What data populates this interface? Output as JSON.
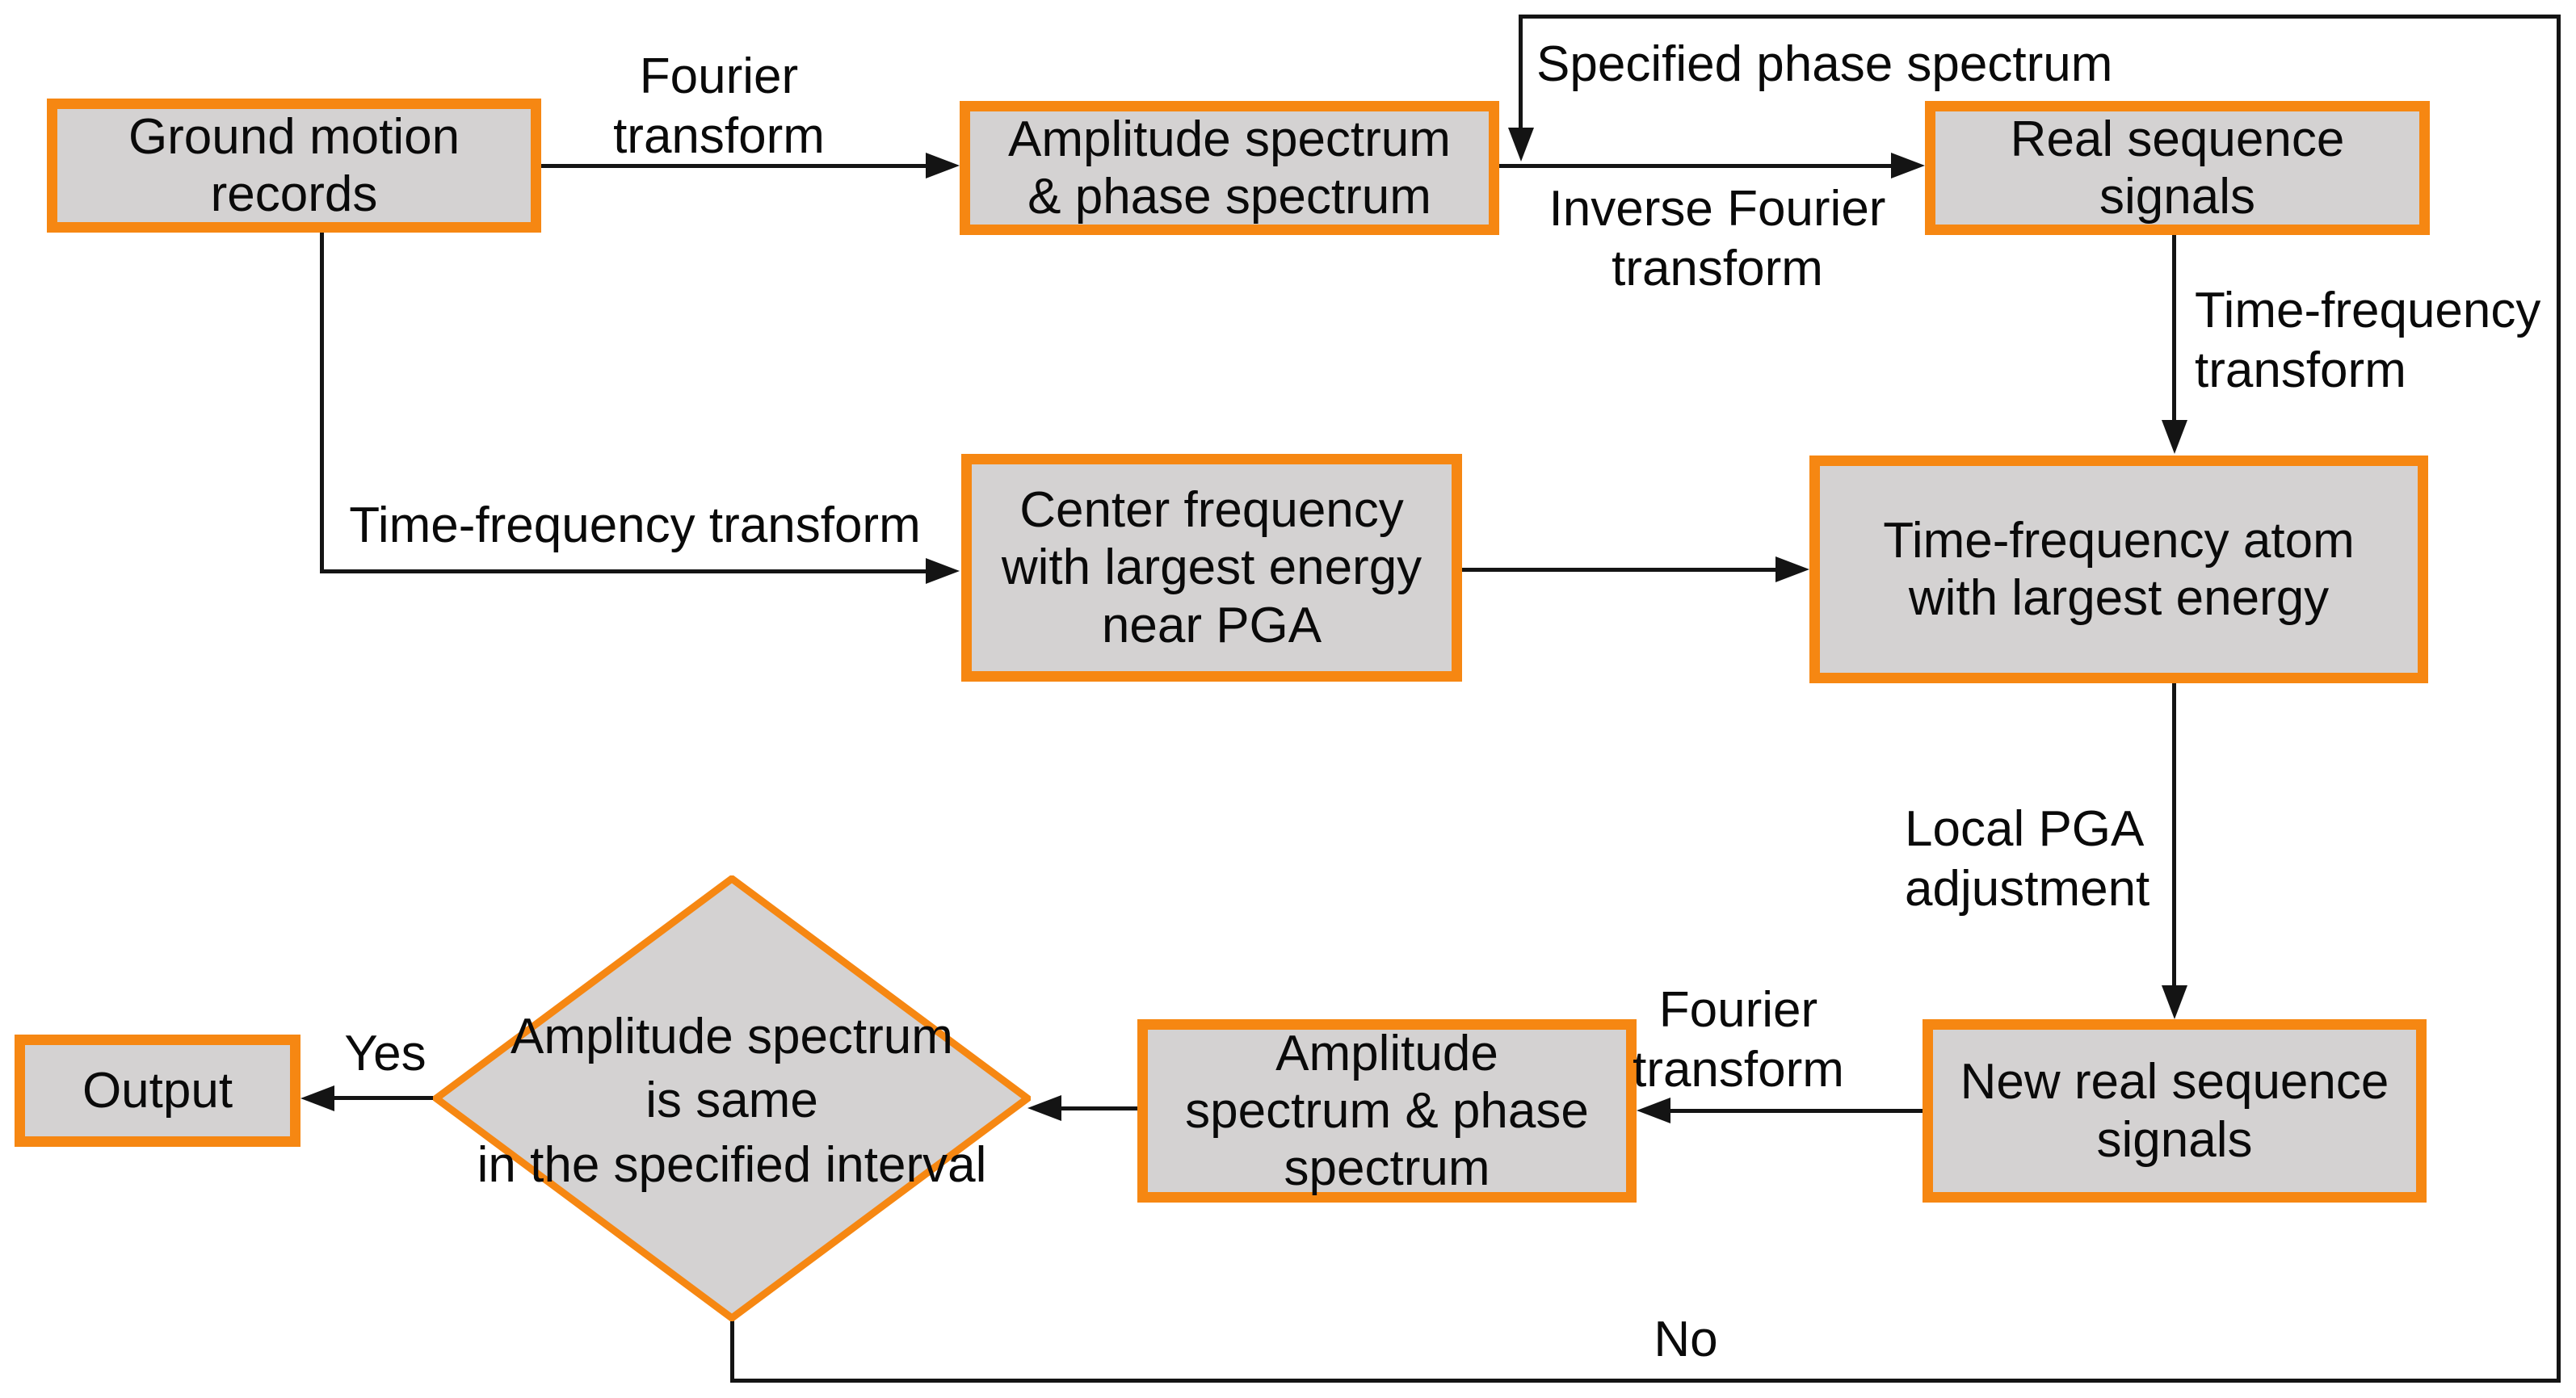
{
  "diagram": {
    "title": "Flowchart of spectrum-matching ground motion generation",
    "colors": {
      "accent_orange": "#f68712",
      "node_fill": "#d4d2d2",
      "line_black": "#141414",
      "text": "#0a0a0a",
      "background": "#ffffff"
    }
  },
  "nodes": {
    "ground_motion": {
      "label": "Ground motion\nrecords"
    },
    "amplitude_phase_top": {
      "label": "Amplitude spectrum\n& phase spectrum"
    },
    "real_sequence": {
      "label": "Real sequence\nsignals"
    },
    "center_frequency": {
      "label": "Center frequency\nwith largest energy\nnear PGA"
    },
    "tf_atom": {
      "label": "Time-frequency atom\nwith largest energy"
    },
    "new_real_sequence": {
      "label": "New real sequence\nsignals"
    },
    "amplitude_phase_bottom": {
      "label": "Amplitude\nspectrum & phase\nspectrum"
    },
    "decision": {
      "label": "Amplitude spectrum\nis same\nin the specified interval"
    },
    "output": {
      "label": "Output"
    }
  },
  "edge_labels": {
    "fourier_transform_top": "Fourier\ntransform",
    "specified_phase_spectrum": "Specified phase spectrum",
    "inverse_fourier_transform": "Inverse Fourier\ntransform",
    "time_frequency_transform_right": "Time-frequency\ntransform",
    "time_frequency_transform_left": "Time-frequency transform",
    "local_pga_adjustment": "Local PGA\nadjustment",
    "fourier_transform_bottom": "Fourier\ntransform",
    "yes": "Yes",
    "no": "No"
  }
}
